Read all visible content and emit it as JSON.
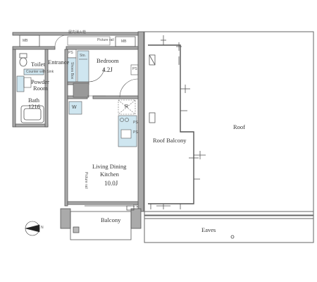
{
  "rooms": {
    "bedroom": {
      "name": "Bedroom",
      "area": "4.2J"
    },
    "toilet": {
      "name": "Toilet"
    },
    "entrance": {
      "name": "Entrance"
    },
    "powder": {
      "line1": "Powder",
      "line2": "Room"
    },
    "bath": {
      "name": "Bath",
      "area": "1216"
    },
    "living": {
      "line1": "Living Dining",
      "line2": "Kitchen",
      "area": "10.0J"
    },
    "roof_balcony": {
      "name": "Roof Balcony"
    },
    "roof": {
      "name": "Roof"
    },
    "balcony": {
      "name": "Balcony"
    },
    "eaves": {
      "name": "Eaves"
    }
  },
  "fixtures": {
    "mb_left": "MB",
    "mb_right": "MB",
    "ps_entry": "PS",
    "ps_bed": "PS",
    "ps_kitchen1": "PS",
    "ps_kitchen2": "PS",
    "ps_balcony": "PS",
    "storage": "Sto.",
    "shoes_box": "Shoes Box",
    "w": "W",
    "r": "R",
    "hall_text": "屋内消火栓",
    "picture_rail_top": "Picture rail",
    "picture_rail_living": "Picture rail",
    "counter": "Counter\nwith Sink",
    "compass": "N"
  }
}
